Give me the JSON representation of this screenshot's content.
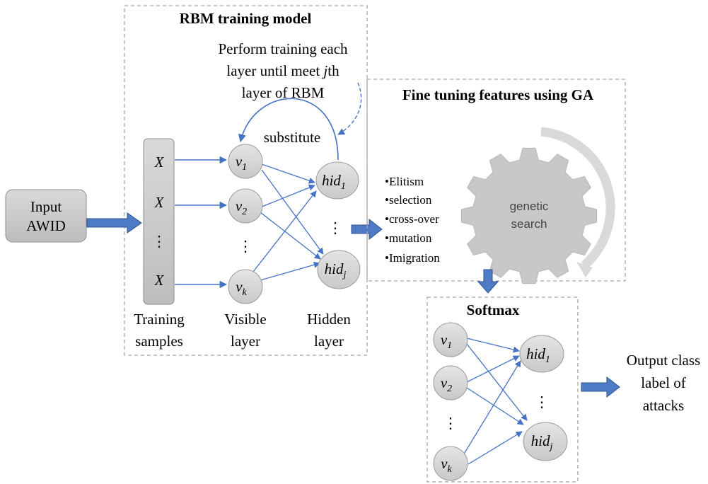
{
  "rbm_panel": {
    "title": "RBM training model",
    "note_lines": [
      "Perform training each",
      "layer until meet ",
      "th",
      "layer of RBM"
    ],
    "note_var": "j",
    "substitute_label": "substitute"
  },
  "input_box": {
    "line1": "Input",
    "line2": "AWID"
  },
  "training_samples": {
    "cells": [
      "X",
      "X",
      "⋮",
      "X"
    ],
    "caption_line1": "Training",
    "caption_line2": "samples"
  },
  "visible_layer": {
    "nodes": [
      {
        "base": "v",
        "sub": "1"
      },
      {
        "base": "v",
        "sub": "2"
      },
      {
        "base": "v",
        "sub": "k"
      }
    ],
    "ellipsis": "⋮",
    "caption_line1": "Visible",
    "caption_line2": "layer"
  },
  "hidden_layer": {
    "nodes": [
      {
        "base": "hid",
        "sub": "1"
      },
      {
        "base": "hid",
        "sub": "j"
      }
    ],
    "ellipsis": "⋮",
    "caption_line1": "Hidden",
    "caption_line2": "layer"
  },
  "ga_panel": {
    "title": "Fine tuning features using GA",
    "bullets": [
      "•Elitism",
      "•selection",
      "•cross-over",
      "•mutation",
      "•Imigration"
    ],
    "gear_line1": "genetic",
    "gear_line2": "search"
  },
  "softmax_panel": {
    "title": "Softmax",
    "visible_nodes": [
      {
        "base": "v",
        "sub": "1"
      },
      {
        "base": "v",
        "sub": "2"
      },
      {
        "base": "v",
        "sub": "k"
      }
    ],
    "hidden_nodes": [
      {
        "base": "hid",
        "sub": "1"
      },
      {
        "base": "hid",
        "sub": "j"
      }
    ],
    "ellipsis": "⋮"
  },
  "output": {
    "line1": "Output class",
    "line2": "label of",
    "line3": "attacks"
  },
  "colors": {
    "arrow_blue": "#4472c4",
    "arrow_fill": "#4f7ac6",
    "node_fill": "#d6d6d6",
    "node_stroke": "#9a9a9a",
    "dashed_border": "#a6a6a6",
    "gear_fill": "#c8c8c8"
  }
}
